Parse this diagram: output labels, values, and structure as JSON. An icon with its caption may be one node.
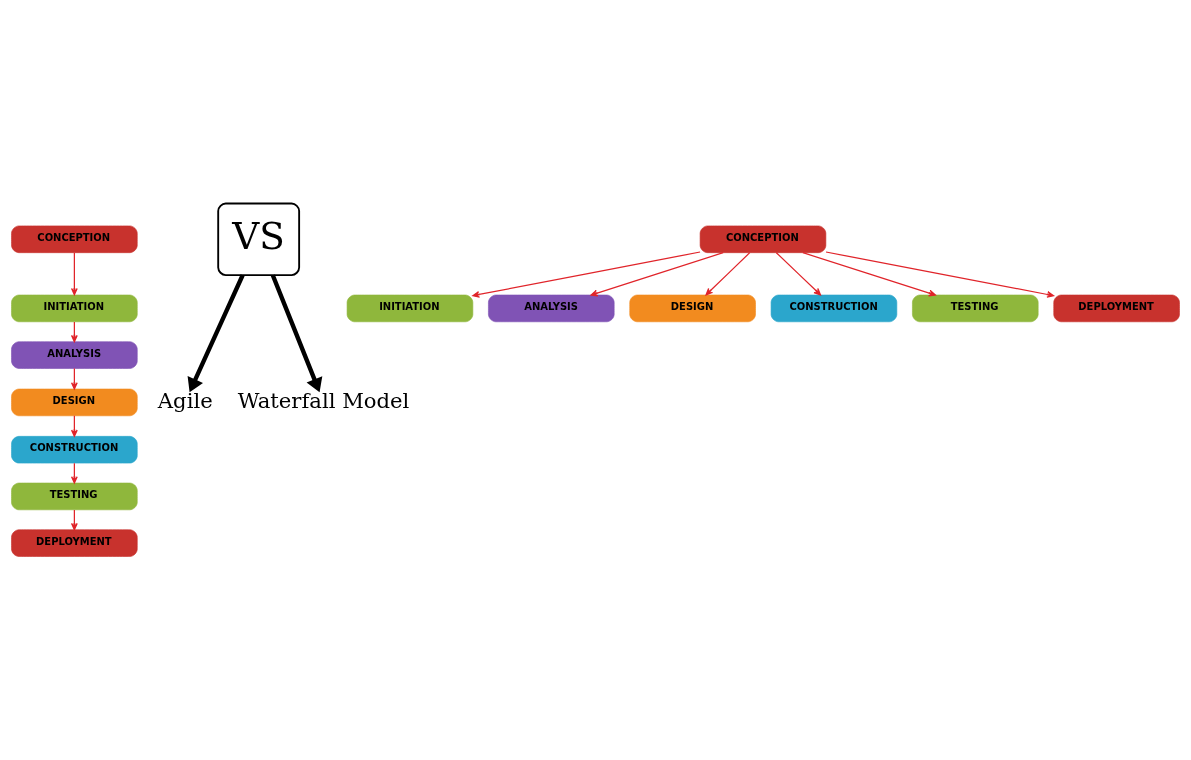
{
  "diagram": {
    "nodes": [
      {
        "text": [
          "CONCEPTION"
        ]
      },
      {
        "text": [
          "INITIATION"
        ]
      },
      {
        "text": [
          "ANALYSIS"
        ]
      },
      {
        "text": [
          "DESIGN"
        ]
      },
      {
        "text": [
          "CONSTRUCTION"
        ]
      },
      {
        "text": [
          "TESTING"
        ]
      },
      {
        "text": [
          "DEPLOYMENT"
        ]
      },
      {
        "text": [
          "VS"
        ]
      },
      {
        "text": [
          "Agile"
        ]
      },
      {
        "text": [
          "Waterfall Model"
        ]
      },
      {
        "text": [
          "CONCEPTION"
        ]
      },
      {
        "text": [
          "INITIATION"
        ]
      },
      {
        "text": [
          "ANALYSIS"
        ]
      },
      {
        "text": [
          "DESIGN"
        ]
      },
      {
        "text": [
          "CONSTRUCTION"
        ]
      },
      {
        "text": [
          "TESTING"
        ]
      },
      {
        "text": [
          "DEPLOYMENT"
        ]
      }
    ],
    "edges": [
      {
        "from": 0,
        "to": 1,
        "arrow": "to"
      },
      {
        "from": 1,
        "to": 2,
        "arrow": "to"
      },
      {
        "from": 2,
        "to": 3,
        "arrow": "to"
      },
      {
        "from": 3,
        "to": 4,
        "arrow": "to"
      },
      {
        "from": 4,
        "to": 5,
        "arrow": "to"
      },
      {
        "from": 5,
        "to": 6,
        "arrow": "to"
      },
      {
        "from": 7,
        "to": 8,
        "arrow": "to",
        "style": "thick",
        "color": "#000000"
      },
      {
        "from": 7,
        "to": 9,
        "arrow": "to",
        "style": "thick",
        "color": "#000000"
      },
      {
        "from": 10,
        "to": 11,
        "arrow": "to"
      },
      {
        "from": 10,
        "to": 12,
        "arrow": "to"
      },
      {
        "from": 10,
        "to": 13,
        "arrow": "to"
      },
      {
        "from": 10,
        "to": 14,
        "arrow": "to"
      },
      {
        "from": 10,
        "to": 15,
        "arrow": "to"
      },
      {
        "from": 10,
        "to": 16,
        "arrow": "to"
      }
    ]
  }
}
